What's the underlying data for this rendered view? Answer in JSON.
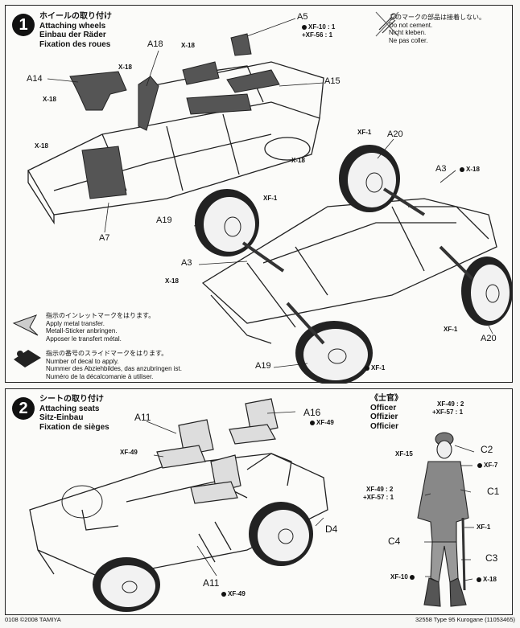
{
  "step1": {
    "number": "1",
    "title_jp": "ホイールの取り付け",
    "title_en": "Attaching wheels",
    "title_de": "Einbau der Räder",
    "title_fr": "Fixation des roues",
    "labels": {
      "a5": "A5",
      "a18": "A18",
      "a14": "A14",
      "a15": "A15",
      "a7": "A7",
      "a20_top": "A20",
      "a3_top": "A3",
      "a19_top": "A19",
      "a3_bottom": "A3",
      "a20_bottom": "A20",
      "a19_bottom": "A19"
    },
    "paints": {
      "a5_paint1": "XF-10 : 1",
      "a5_paint2": "+XF-56 : 1",
      "x18": "X-18",
      "xf1": "XF-1"
    },
    "no_cement_jp": "このマークの部品は接着しない。",
    "no_cement_en": "Do not cement.",
    "no_cement_de": "Nicht kleben.",
    "no_cement_fr": "Ne pas coller.",
    "metal_jp": "指示のインレットマークをはります。",
    "metal_en": "Apply metal transfer.",
    "metal_de": "Metall-Sticker anbringen.",
    "metal_fr": "Apposer le transfert métal.",
    "decal_jp": "指示の番号のスライドマークをはります。",
    "decal_en": "Number of decal to apply.",
    "decal_de": "Nummer des Abziehbildes, das anzubringen ist.",
    "decal_fr": "Numéro de la décalcomanie à utiliser."
  },
  "step2": {
    "number": "2",
    "title_jp": "シートの取り付け",
    "title_en": "Attaching seats",
    "title_de": "Sitz-Einbau",
    "title_fr": "Fixation de sièges",
    "labels": {
      "a11_top": "A11",
      "a16": "A16",
      "d4": "D4",
      "a11_bottom": "A11",
      "c2": "C2",
      "c1": "C1",
      "c4": "C4",
      "c3": "C3"
    },
    "paints": {
      "xf49": "XF-49",
      "xf15": "XF-15",
      "xf7": "XF-7",
      "xf1": "XF-1",
      "xf10": "XF-10",
      "x18": "X-18",
      "cap1": "XF-49 : 2",
      "cap2": "+XF-57 : 1",
      "body1": "XF-49 : 2",
      "body2": "+XF-57 : 1"
    },
    "officer_jp": "《士官》",
    "officer_en": "Officer",
    "officer_de": "Offizier",
    "officer_fr": "Officier"
  },
  "footer": {
    "left": "0108 ©2008 TAMIYA",
    "right": "32558 Type 95 Kurogane (11053465)"
  }
}
